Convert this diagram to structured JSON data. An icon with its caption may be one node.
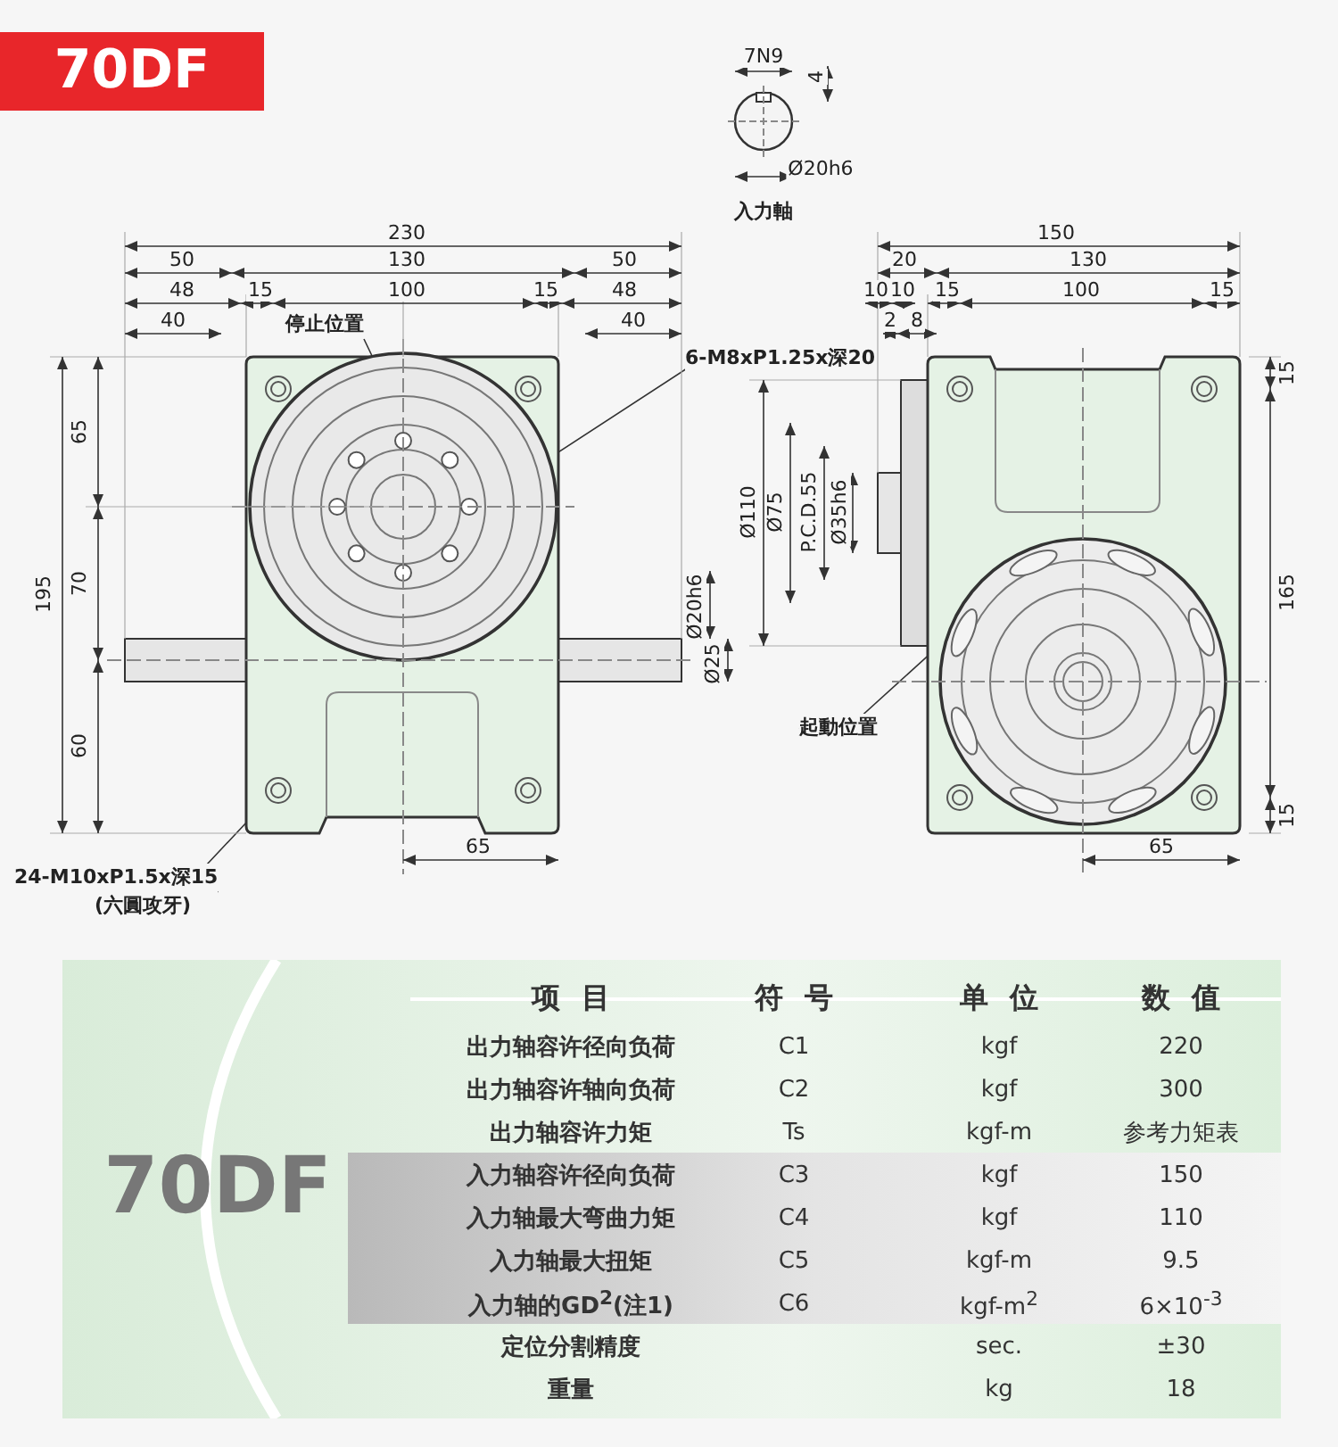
{
  "diagram": {
    "title": "70DF",
    "nodes": [
      {
        "text": [
          "停止位置"
        ]
      },
      {
        "text": [
          "6-M8xP1.25x深20"
        ]
      },
      {
        "text": [
          "24-M10xP1.5x深15",
          "(六圓攻牙)"
        ]
      },
      {
        "text": [
          "起動位置"
        ]
      }
    ],
    "edges": [
      {
        "from": 0,
        "to": null,
        "arrow": "none"
      },
      {
        "from": 1,
        "to": null,
        "arrow": "none"
      },
      {
        "from": 2,
        "to": null,
        "arrow": "none"
      },
      {
        "from": 3,
        "to": null,
        "arrow": "none"
      }
    ],
    "labels": [
      "7N9",
      "4",
      "Ø20h6",
      "入力軸",
      "230",
      "50",
      "130",
      "50",
      "48",
      "15",
      "100",
      "15",
      "48",
      "40",
      "40",
      "65",
      "195",
      "70",
      "60",
      "Ø20h6",
      "Ø25",
      "65",
      "150",
      "20",
      "130",
      "10",
      "10",
      "15",
      "100",
      "15",
      "2",
      "8",
      "Ø110",
      "Ø75",
      "P.C.D.55",
      "Ø35h6",
      "15",
      "165",
      "15",
      "65",
      "70DF",
      "项目",
      "符号",
      "单位",
      "数值",
      "出力轴容许径向负荷",
      "C1",
      "kgf",
      "220",
      "出力轴容许轴向负荷",
      "C2",
      "kgf",
      "300",
      "出力轴容许力矩",
      "Ts",
      "kgf-m",
      "参考力矩表",
      "入力轴容许径向负荷",
      "C3",
      "kgf",
      "150",
      "入力轴最大弯曲力矩",
      "C4",
      "kgf",
      "110",
      "入力轴最大扭矩",
      "C5",
      "kgf-m",
      "9.5",
      "入力轴的GD$^{2}$(注1)",
      "C6",
      "kgf-m$^{2}$",
      "6×10$^{-3}$",
      "定位分割精度",
      "sec.",
      "±30",
      "重量",
      "kg",
      "18"
    ]
  }
}
